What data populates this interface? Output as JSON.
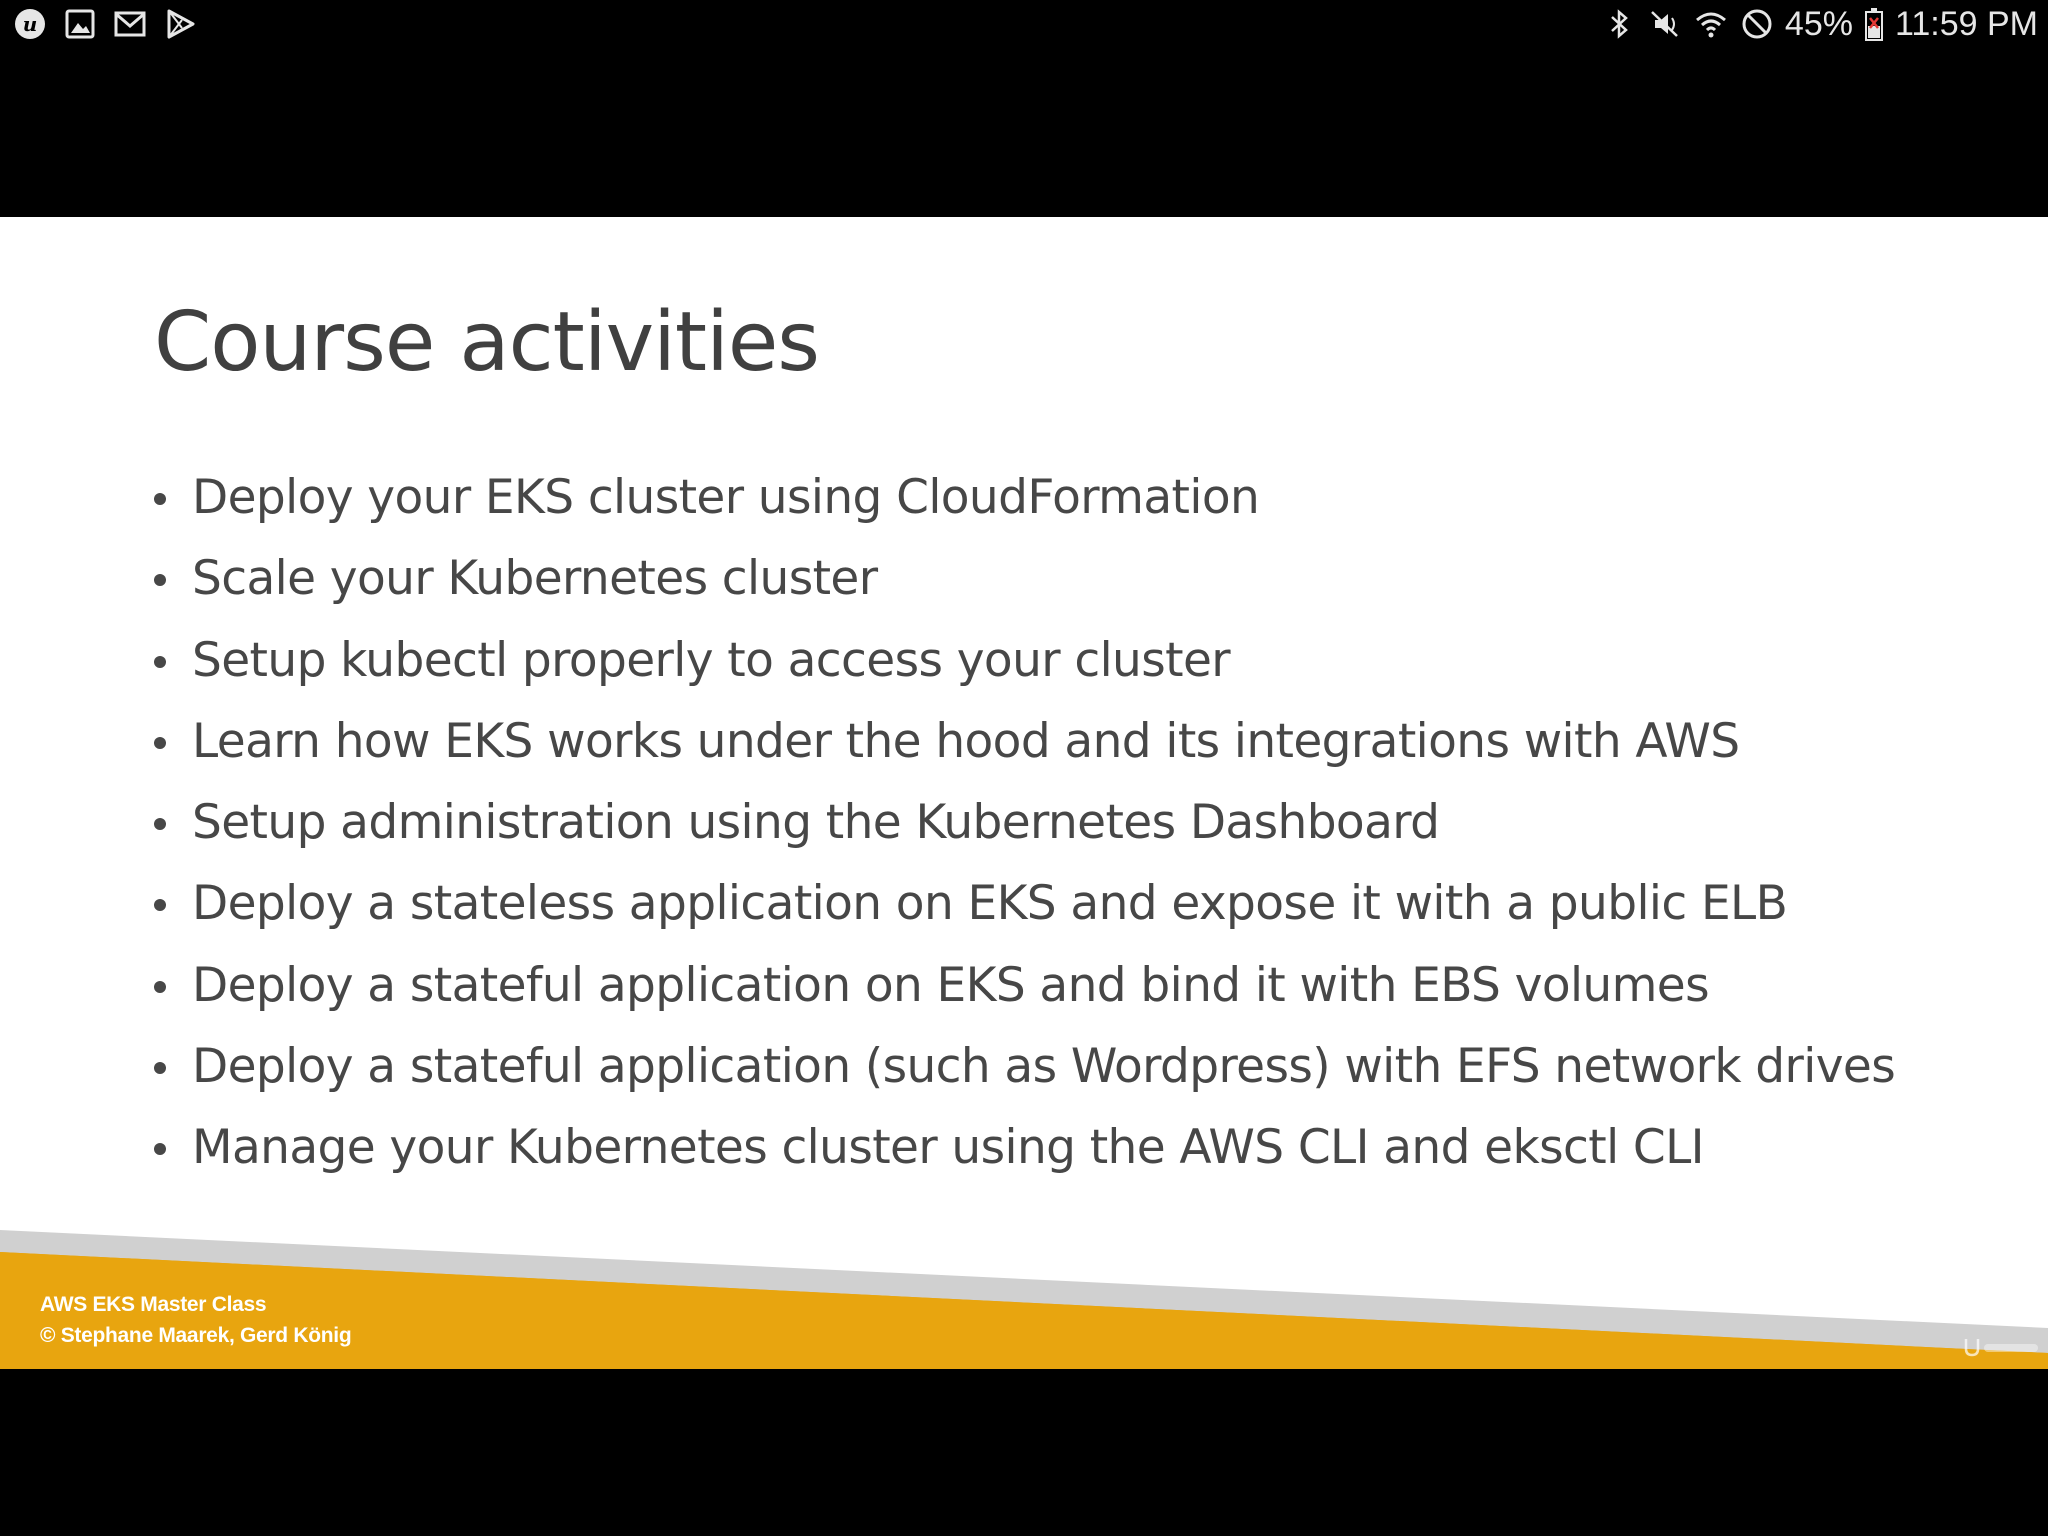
{
  "status_bar": {
    "left_icons": [
      "udemy-app-icon",
      "gallery-icon",
      "gmail-icon",
      "play-store-icon"
    ],
    "right_icons": [
      "bluetooth-icon",
      "mute-icon",
      "wifi-icon",
      "do-not-disturb-icon",
      "battery-icon"
    ],
    "battery_percent": "45%",
    "time": "11:59 PM"
  },
  "slide": {
    "title": "Course activities",
    "bullets": [
      "Deploy your EKS cluster using CloudFormation",
      "Scale your Kubernetes cluster",
      "Setup kubectl properly to access your cluster",
      "Learn how EKS works under the hood and its integrations with AWS",
      "Setup administration using the Kubernetes Dashboard",
      "Deploy a stateless application on EKS and expose it with a public ELB",
      "Deploy a stateful application on EKS and bind it with EBS volumes",
      "Deploy a stateful application (such as Wordpress) with EFS network drives",
      "Manage your Kubernetes cluster using the AWS CLI and eksctl CLI"
    ],
    "footer": {
      "line1": "AWS EKS Master Class",
      "line2": "© Stephane Maarek, Gerd König"
    },
    "colors": {
      "accent": "#e8a50f",
      "footer_gray": "#d0d0d0",
      "text": "#474747"
    }
  }
}
